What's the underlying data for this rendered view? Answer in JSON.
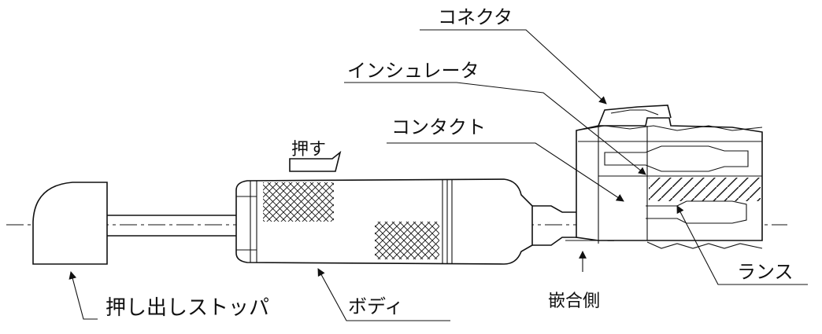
{
  "labels": {
    "connector": "コネクタ",
    "insulator": "インシュレータ",
    "contact": "コンタクト",
    "push": "押す",
    "lance": "ランス",
    "mating_side": "嵌合側",
    "stopper": "押し出しストッパ",
    "body": "ボディ"
  }
}
